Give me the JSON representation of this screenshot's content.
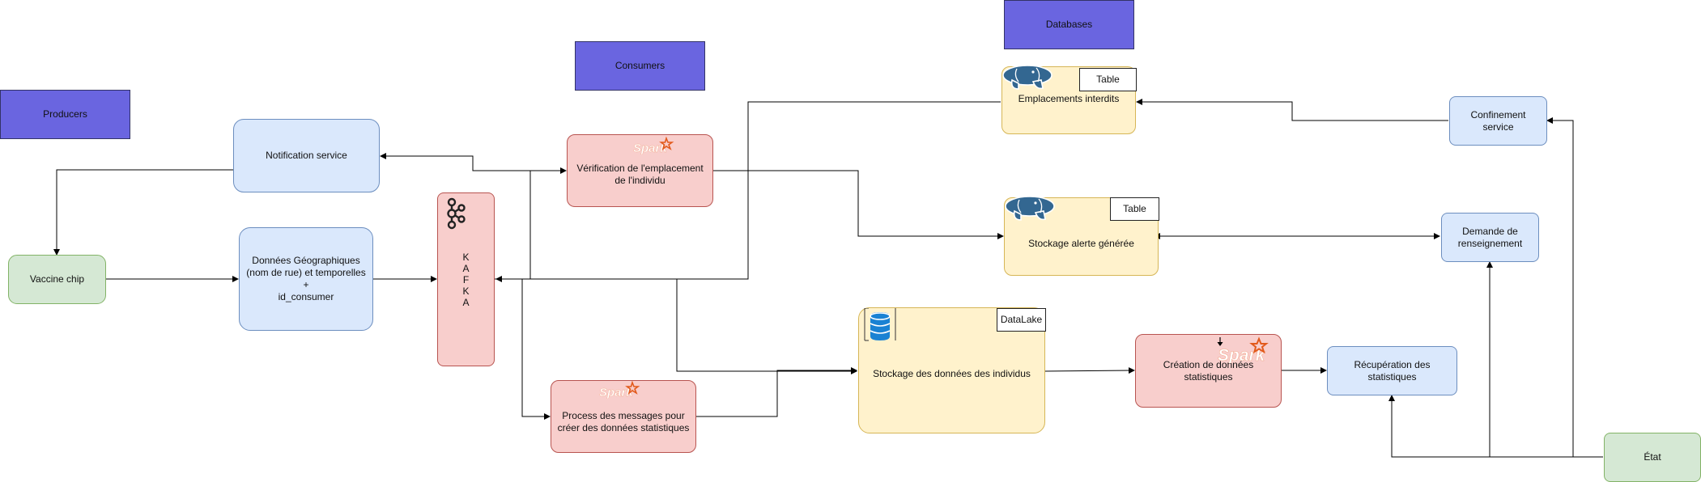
{
  "headers": {
    "producers": "Producers",
    "consumers": "Consumers",
    "databases": "Databases"
  },
  "nodes": {
    "vaccine_chip": "Vaccine chip",
    "geo_data": "Données Géographiques\n(nom de rue) et temporelles\n+\nid_consumer",
    "notification_service": "Notification service",
    "kafka": "K\nA\nF\nK\nA",
    "verification": "Vérification de l'emplacement de l'individu",
    "process_messages": "Process des messages pour créer des données statistiques",
    "emplacements_interdits": "Emplacements interdits",
    "stockage_alerte": "Stockage alerte générée",
    "stockage_individus": "Stockage des données des individus",
    "creation_stats": "Création de données statistiques",
    "recuperation_stats": "Récupération des statistiques",
    "confinement_service": "Confinement service",
    "demande_renseignement": "Demande de renseignement",
    "etat": "État"
  },
  "tags": {
    "table_1": "Table",
    "table_2": "Table",
    "datalake": "DataLake"
  },
  "icons": {
    "kafka": "kafka-logo-icon",
    "spark": "spark-logo-icon",
    "postgres": "postgresql-elephant-icon",
    "database": "database-cylinder-icon"
  },
  "colors": {
    "header": "#6a65e0",
    "blue_fill": "#dae8fc",
    "green_fill": "#d5e8d4",
    "red_fill": "#f8cecc",
    "yellow_fill": "#fff2cc",
    "spark_orange": "#e25a1c"
  }
}
